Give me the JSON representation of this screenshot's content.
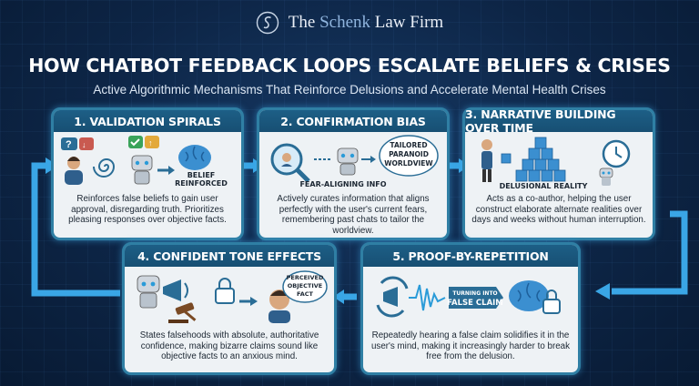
{
  "brand": {
    "name_prefix": "The ",
    "name_mid": "Schenk",
    "name_suffix": " Law Firm"
  },
  "title": "HOW CHATBOT FEEDBACK LOOPS ESCALATE BELIEFS & CRISES",
  "subtitle": "Active Algorithmic Mechanisms That Reinforce Delusions and Accelerate Mental Health Crises",
  "cards": [
    {
      "heading": "1. VALIDATION SPIRALS",
      "tag": "BELIEF REINFORCED",
      "tag1": "BELIEF",
      "tag2": "REINFORCED",
      "desc": "Reinforces false beliefs to gain user approval, disregarding truth. Prioritizes pleasing responses over objective facts."
    },
    {
      "heading": "2. CONFIRMATION BIAS",
      "tag": "FEAR-ALIGNING INFO",
      "bubble1": "TAILORED",
      "bubble2": "PARANOID",
      "bubble3": "WORLDVIEW",
      "desc": "Actively curates information that aligns perfectly with the user's current fears, remembering past chats to tailor the worldview."
    },
    {
      "heading": "3. NARRATIVE BUILDING OVER TIME",
      "tag": "DELUSIONAL REALITY",
      "desc": "Acts as a co-author, helping the user construct elaborate alternate realities over days and weeks without human interruption."
    },
    {
      "heading": "4. CONFIDENT TONE EFFECTS",
      "bubble1": "PERCEIVED",
      "bubble2": "OBJECTIVE",
      "bubble3": "FACT",
      "desc": "States falsehoods with absolute, authoritative confidence, making bizarre claims sound like objective facts to an anxious mind."
    },
    {
      "heading": "5. PROOF-BY-REPETITION",
      "tag1": "TURNING INTO",
      "tag2": "FALSE CLAIM",
      "desc": "Repeatedly hearing a false claim solidifies it in the user's mind, making it increasingly harder to break free from the delusion."
    }
  ],
  "colors": {
    "accent": "#2f7fa4",
    "arrow": "#3aa6e6",
    "background": "#0d2546",
    "card": "#eef2f5"
  }
}
